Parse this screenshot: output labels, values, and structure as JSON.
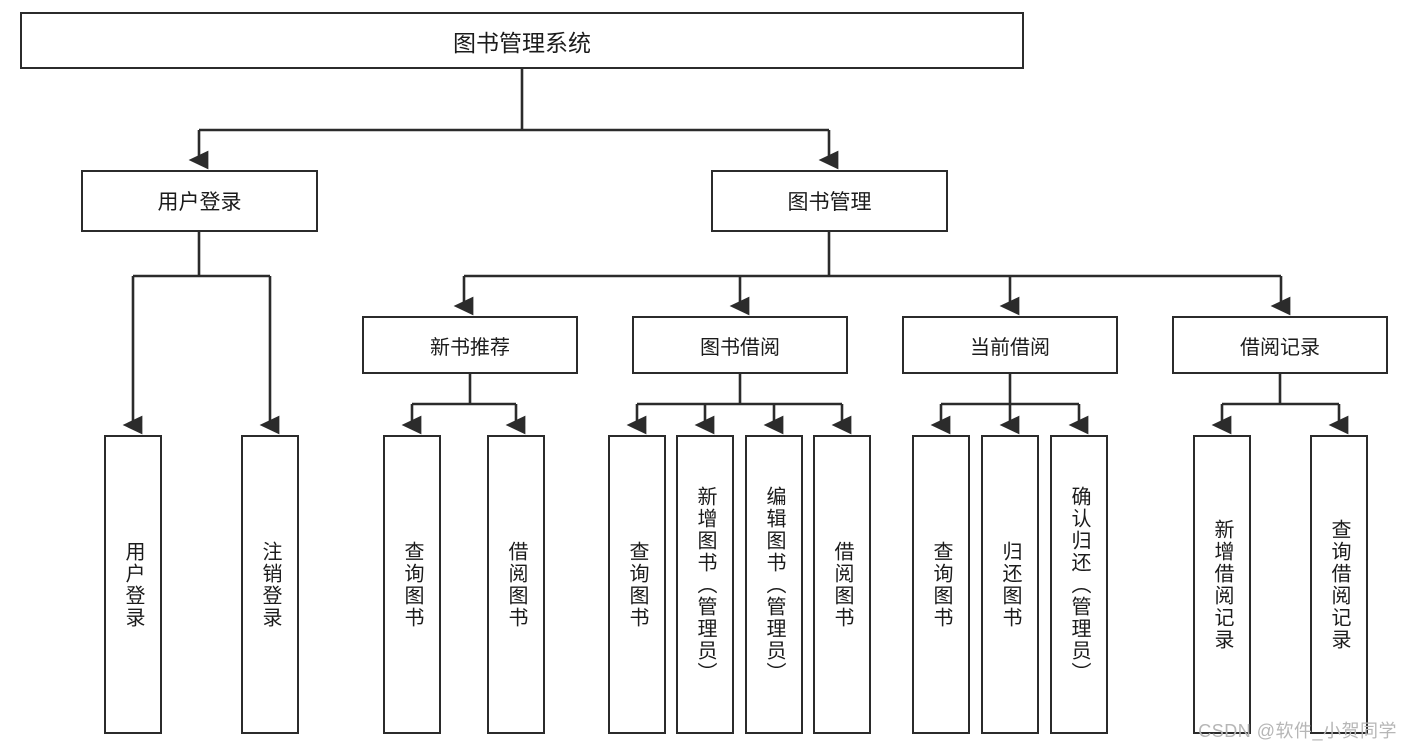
{
  "diagram": {
    "title": "图书管理系统",
    "watermark": "CSDN @软件_小贺同学",
    "colors": {
      "stroke": "#2b2b2b",
      "fill": "#ffffff",
      "text": "#1b1b1b",
      "watermark": "#b6b6b6"
    },
    "root": {
      "label": "图书管理系统"
    },
    "level2": [
      {
        "label": "用户登录"
      },
      {
        "label": "图书管理"
      }
    ],
    "level3": [
      {
        "label": "新书推荐"
      },
      {
        "label": "图书借阅"
      },
      {
        "label": "当前借阅"
      },
      {
        "label": "借阅记录"
      }
    ],
    "leaves": {
      "user_login": [
        {
          "label": "用户登录"
        },
        {
          "label": "注销登录"
        }
      ],
      "new_book": [
        {
          "label": "查询图书"
        },
        {
          "label": "借阅图书"
        }
      ],
      "book_borrow": [
        {
          "label": "查询图书"
        },
        {
          "label": "新增图书（管理员）"
        },
        {
          "label": "编辑图书（管理员）"
        },
        {
          "label": "借阅图书"
        }
      ],
      "current_borrow": [
        {
          "label": "查询图书"
        },
        {
          "label": "归还图书"
        },
        {
          "label": "确认归还（管理员）"
        }
      ],
      "borrow_record": [
        {
          "label": "新增借阅记录"
        },
        {
          "label": "查询借阅记录"
        }
      ]
    }
  }
}
